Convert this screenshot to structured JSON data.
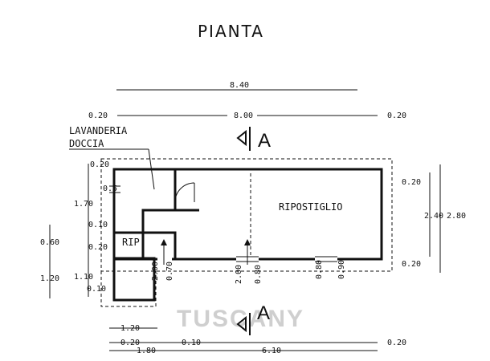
{
  "plan": {
    "title": "PIANTA",
    "section_letter": "A",
    "watermark": "TUSCANY",
    "rooms": {
      "laundry_line1": "LAVANDERIA",
      "laundry_line2": "DOCCIA",
      "storage": "RIPOSTIGLIO",
      "small_store": "RIP."
    },
    "dims_top": {
      "overall": "8.40",
      "left_margin": "0.20",
      "inner": "8.00",
      "right_margin": "0.20"
    },
    "dims_left": {
      "d1": "0.20",
      "d2": "0.5",
      "d3": "1.70",
      "d4": "0.10",
      "d5": "0.20",
      "d6": "0.60",
      "d7": "1.10",
      "d8": "1.20",
      "d9": "0.10"
    },
    "dims_right": {
      "top": "0.20",
      "mid": "2.40",
      "total": "2.80",
      "bottom": "0.20"
    },
    "dims_bottom": {
      "small": "1.20",
      "a": "0.20",
      "b": "0.10",
      "c": "1.80",
      "d": "6.10",
      "e": "0.20"
    },
    "door_labels": {
      "d1": "2.00",
      "d2": "0.70",
      "d3": "2.00",
      "d4": "0.80",
      "d5": "0.80",
      "d6": "0.90"
    }
  }
}
